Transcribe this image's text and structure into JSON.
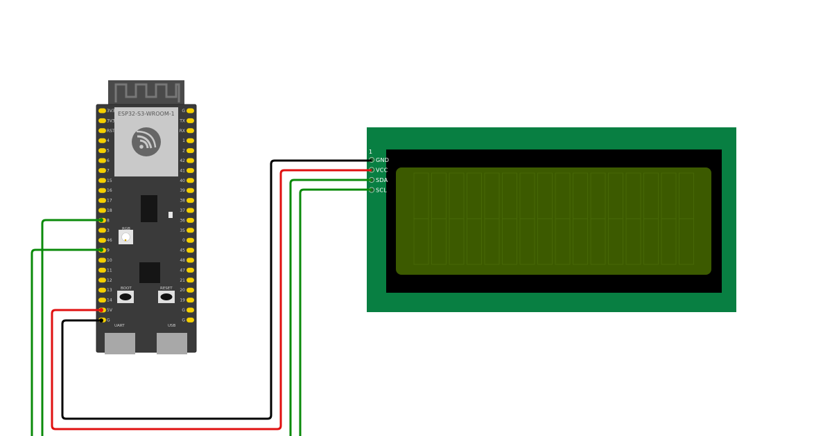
{
  "board": {
    "module_label": "ESP32-S3-WROOM-1",
    "rgb_label": "RGB",
    "boot_label": "BOOT",
    "reset_label": "RESET",
    "uart_label": "UART",
    "usb_label": "USB",
    "left_pins": [
      "3V3",
      "3V3",
      "RST",
      "4",
      "5",
      "6",
      "7",
      "15",
      "16",
      "17",
      "18",
      "8",
      "3",
      "46",
      "9",
      "10",
      "11",
      "12",
      "13",
      "14",
      "5V",
      "G"
    ],
    "right_pins": [
      "G",
      "TX",
      "RX",
      "1",
      "2",
      "42",
      "41",
      "40",
      "39",
      "38",
      "37",
      "36",
      "35",
      "0",
      "45",
      "48",
      "47",
      "21",
      "20",
      "19",
      "G",
      "G"
    ]
  },
  "lcd": {
    "pin1_label": "1",
    "pins": [
      "GND",
      "VCC",
      "SDA",
      "SCL"
    ]
  },
  "colors": {
    "board": "#3a3a3a",
    "pin": "#f5d000",
    "lcd_pcb": "#087f42",
    "lcd_screen": "#3c5a00",
    "wire_black": "#000000",
    "wire_red": "#e01010",
    "wire_green": "#0a8a0a"
  }
}
